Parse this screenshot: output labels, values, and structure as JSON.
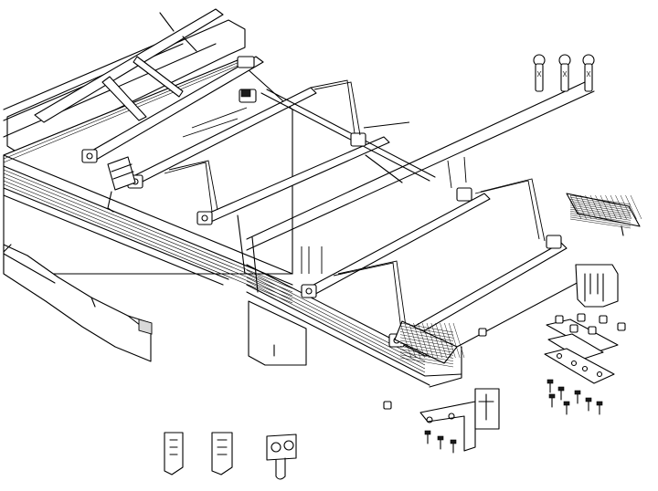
{
  "figure": {
    "kind": "exploded-assembly-line-drawing",
    "text_labels": []
  },
  "components": [
    {
      "id": "track-rail",
      "icon": "aluminium-rail-profile"
    },
    {
      "id": "cross-bars",
      "icon": "tubular-cross-bar"
    },
    {
      "id": "tension-wires",
      "icon": "cable"
    },
    {
      "id": "fabric-panel",
      "icon": "curtain-panel"
    },
    {
      "id": "mesh-panel",
      "icon": "mesh-grille"
    },
    {
      "id": "end-bracket",
      "icon": "z-bracket"
    },
    {
      "id": "clamp-plates",
      "icon": "clamp-plate"
    },
    {
      "id": "fasteners",
      "icon": "bolt-and-nut"
    },
    {
      "id": "hanger-clips",
      "icon": "hanger-clip"
    },
    {
      "id": "end-hooks",
      "icon": "hook-clip"
    },
    {
      "id": "roller-carrier",
      "icon": "roller-trolley"
    }
  ]
}
